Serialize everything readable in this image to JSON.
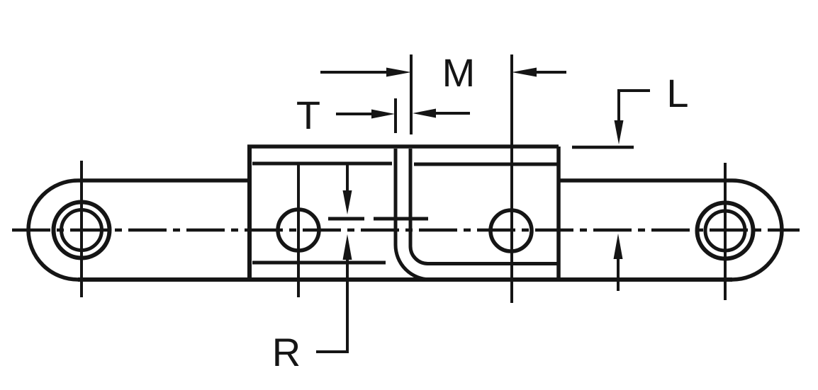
{
  "drawing": {
    "background": "#ffffff",
    "line_color": "#151515",
    "labels": {
      "m": "M",
      "t": "T",
      "l": "L",
      "r": "R"
    }
  }
}
